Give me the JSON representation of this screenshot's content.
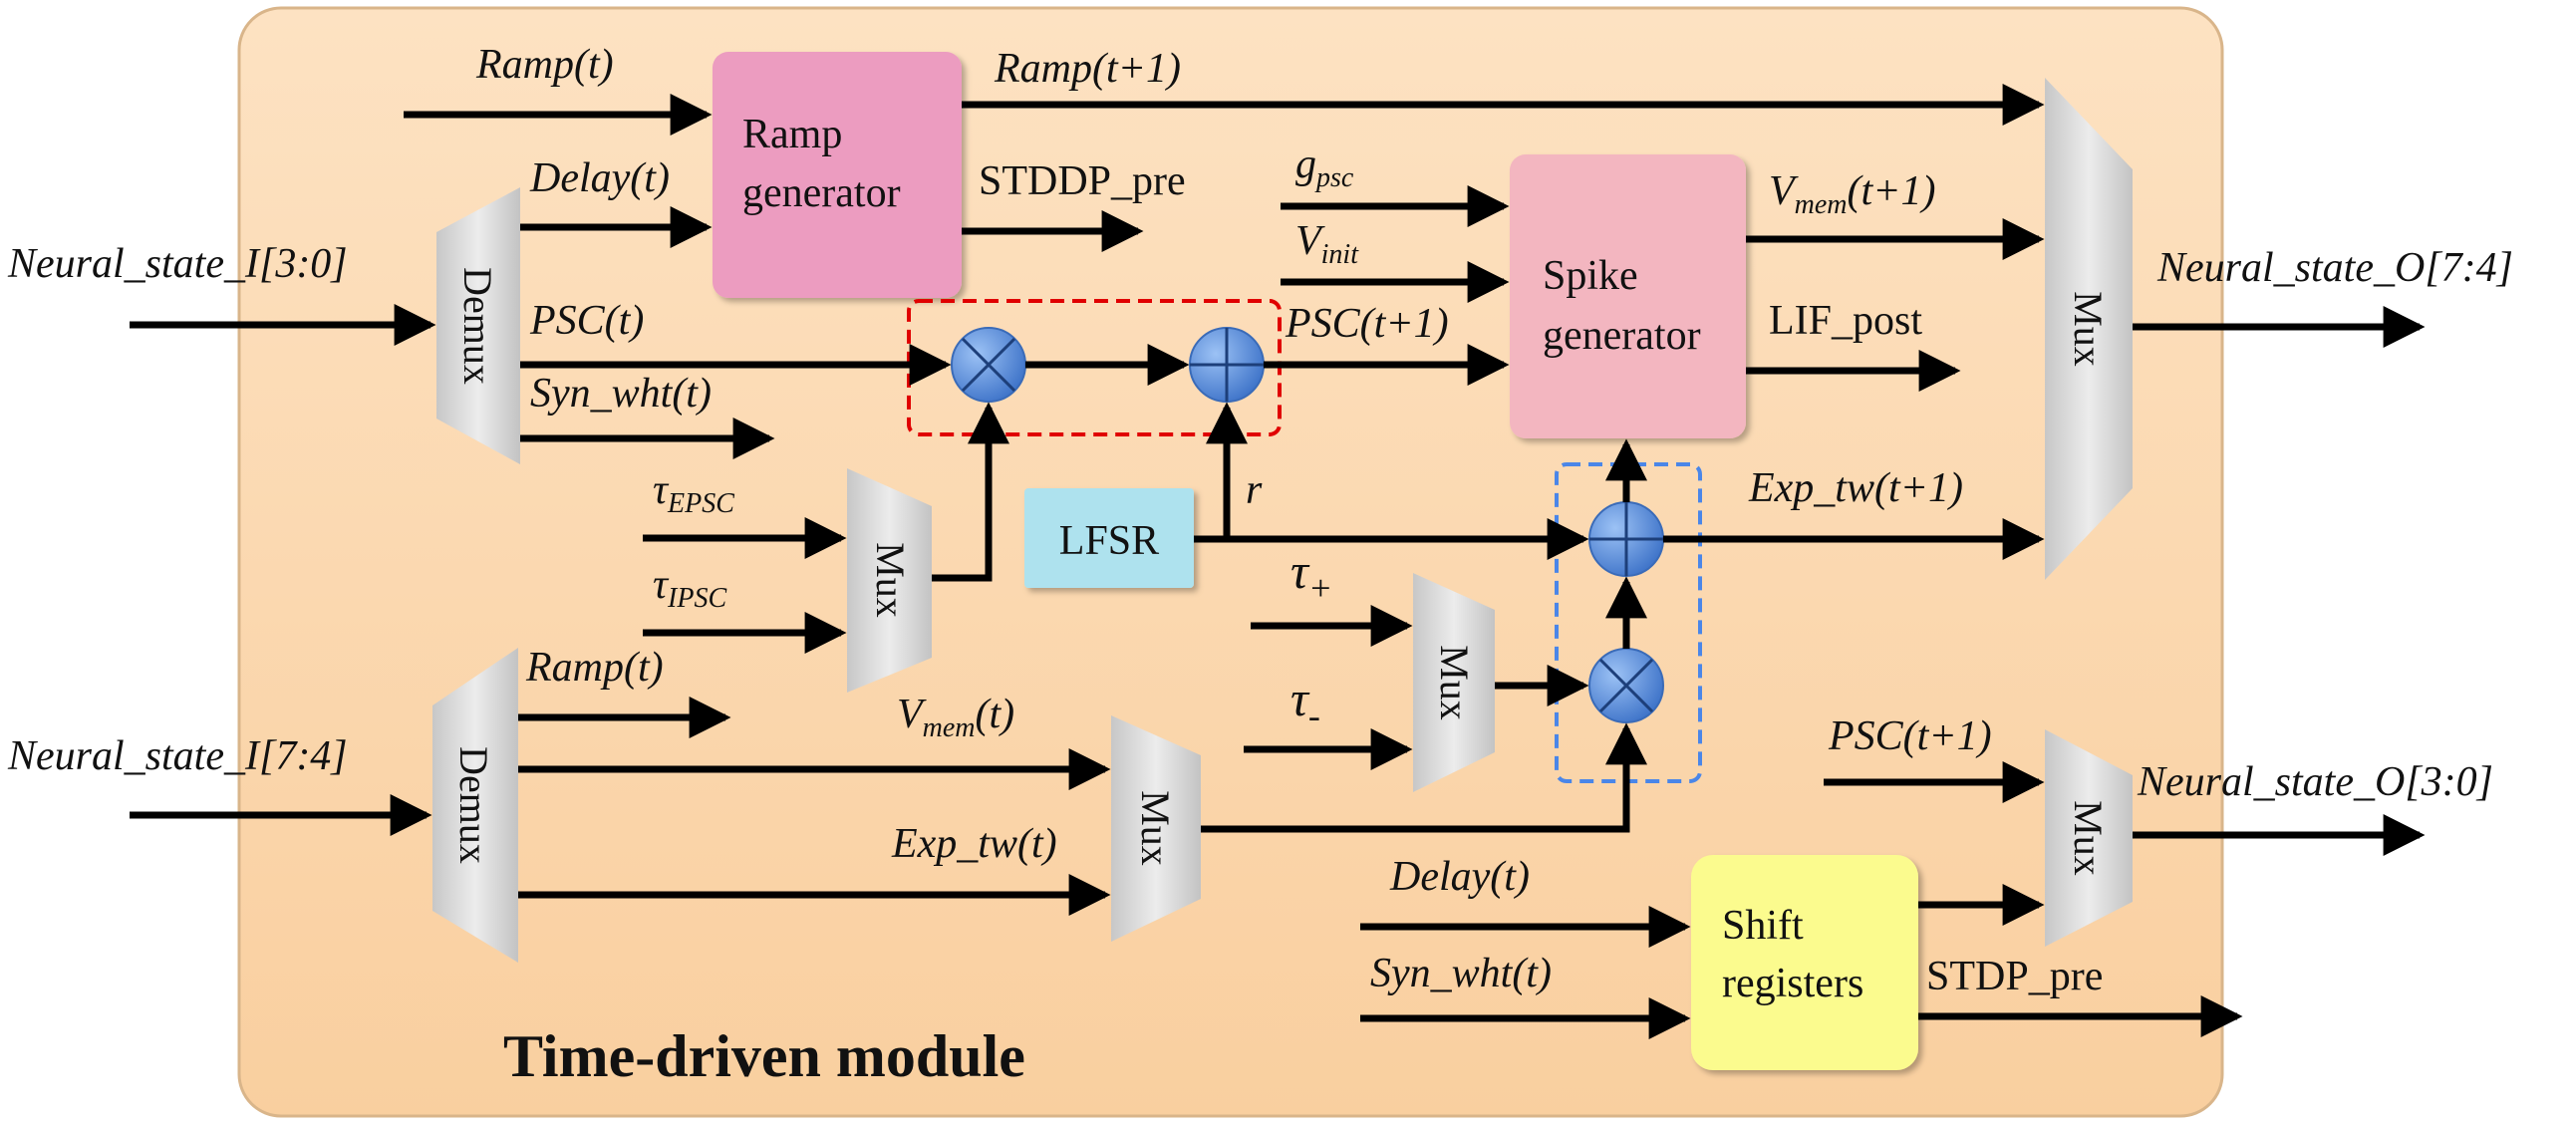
{
  "module_title": "Time-driven module",
  "inputs": {
    "in_low": "Neural_state_I[3:0]",
    "in_high": "Neural_state_I[7:4]"
  },
  "outputs": {
    "out_high": "Neural_state_O[7:4]",
    "out_low": "Neural_state_O[3:0]"
  },
  "blocks": {
    "ramp_gen_line1": "Ramp",
    "ramp_gen_line2": "generator",
    "spike_gen_line1": "Spike",
    "spike_gen_line2": "generator",
    "lfsr": "LFSR",
    "shift_line1": "Shift",
    "shift_line2": "registers",
    "demux": "Demux",
    "mux": "Mux"
  },
  "signals": {
    "ramp_t": "Ramp(t)",
    "ramp_t1": "Ramp(t+1)",
    "delay_t": "Delay(t)",
    "stddp_pre": "STDDP_pre",
    "psc_t": "PSC(t)",
    "syn_wht": "Syn_wht(t)",
    "g_main": "g",
    "g_sub": "psc",
    "v_main": "V",
    "vinit_sub": "init",
    "psc_t1": "PSC(t+1)",
    "vmem_t1_sub": "mem",
    "vmem_t1_tail": "(t+1)",
    "lif_post": "LIF_post",
    "exp_tw_t1": "Exp_tw(t+1)",
    "tau_main": "τ",
    "tau_epsc_sub": "EPSC",
    "tau_ipsc_sub": "IPSC",
    "tau_plus_sub": "+",
    "tau_minus_sub": "-",
    "r": "r",
    "ramp_t_low": "Ramp(t)",
    "vmem_t_sub": "mem",
    "vmem_t_tail": "(t)",
    "exp_tw_t": "Exp_tw(t)",
    "psc_t1_low": "PSC(t+1)",
    "delay_t_low": "Delay(t)",
    "syn_wht_low": "Syn_wht(t)",
    "stdp_pre": "STDP_pre"
  },
  "colors": {
    "module_bg": "#fbd6a8",
    "ramp_gen": "#ec9cc0",
    "spike_gen": "#f3b6c0",
    "lfsr": "#aee2ee",
    "shift_reg": "#fbfb8e",
    "mux_fill": "#d9d9d9",
    "operator": "#5b8fdc",
    "red_dash": "#e00000",
    "blue_dash": "#4a86e8"
  }
}
